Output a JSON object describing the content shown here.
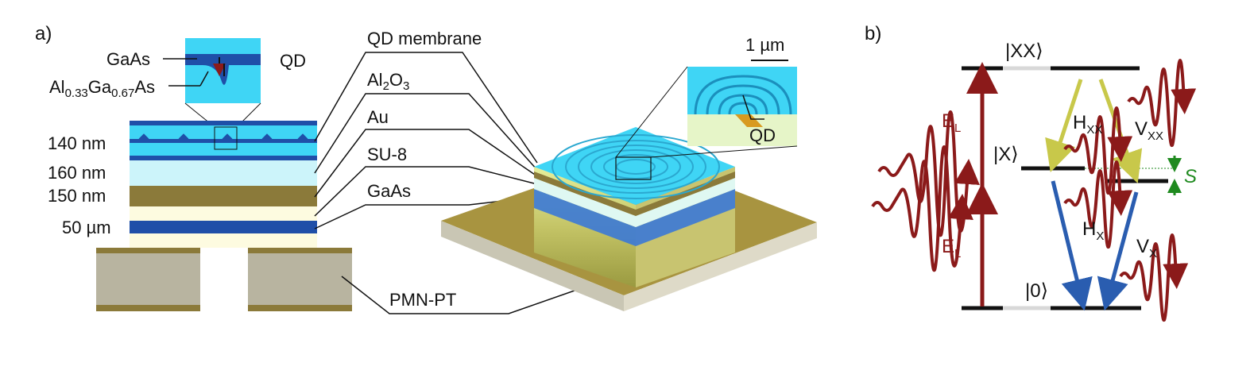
{
  "panel_a": {
    "label": "a)",
    "inset_qd_labels": {
      "gaas": "GaAs",
      "algaas_base1": "Al",
      "algaas_sub1": "0.33",
      "algaas_base2": "Ga",
      "algaas_sub2": "0.67",
      "algaas_base3": "As",
      "qd": "QD"
    },
    "thickness_labels": [
      "140 nm",
      "160 nm",
      "150 nm",
      "50 µm"
    ],
    "layer_labels": {
      "qd_membrane": "QD membrane",
      "al2o3_base1": "Al",
      "al2o3_sub1": "2",
      "al2o3_base2": "O",
      "al2o3_sub2": "3",
      "au": "Au",
      "su8": "SU-8",
      "gaas": "GaAs",
      "pmnpt": "PMN-PT"
    },
    "scale_bar": "1 µm",
    "device_qd_label": "QD"
  },
  "panel_b": {
    "label": "b)",
    "levels": {
      "xx": "|XX⟩",
      "x": "|X⟩",
      "ground": "|0⟩"
    },
    "laser_label_base": "E",
    "laser_label_sub": "L",
    "transitions": [
      {
        "base": "H",
        "sub": "XX"
      },
      {
        "base": "V",
        "sub": "XX"
      },
      {
        "base": "H",
        "sub": "X"
      },
      {
        "base": "V",
        "sub": "X"
      }
    ],
    "splitting": "S"
  },
  "colors": {
    "cyan": "#3fd5f5",
    "dark_blue": "#1f4fa8",
    "light_cyan": "#ccf4fa",
    "gold": "#8b7a3a",
    "cream": "#fdfbe0",
    "gray": "#b8b4a0",
    "laser_red": "#8b1a1a",
    "xx_arrow": "#c8c84a",
    "x_arrow": "#2a5db0",
    "splitting_green": "#1f8a1f"
  }
}
